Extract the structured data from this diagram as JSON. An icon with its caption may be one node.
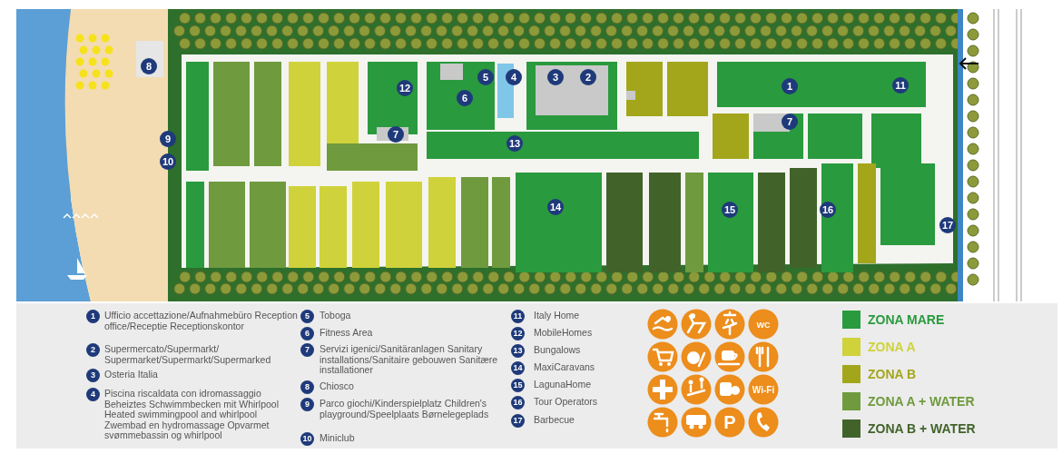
{
  "diagram": {
    "labels": [
      "8",
      "5",
      "4",
      "3",
      "2",
      "11",
      "1",
      "12",
      "6",
      "7",
      "7",
      "9",
      "13",
      "10",
      "14",
      "15",
      "16",
      "17",
      "1",
      "Ufficio accettazione/Aufnahmebüro Reception office/Receptie Receptionskontor",
      "2",
      "Supermercato/Supermarkt/ Supermarket/Supermarkt/Supermarked",
      "3",
      "Osteria Italia",
      "4",
      "Piscina riscaldata con idromassaggio Beheiztes Schwimmbecken mit Whirlpool Heated swimmingpool and whirlpool Zwembad en hydromassage Opvarmet svømmebassin og whirlpool",
      "5",
      "Toboga",
      "6",
      "Fitness Area",
      "7",
      "Servizi igenici/Sanitäranlagen Sanitary installations/Sanitaire gebouwen Sanitære installationer",
      "8",
      "Chiosco",
      "9",
      "Parco giochi/Kinderspielplatz Children's playground/Speelplaats Børnelegeplads",
      "10",
      "Miniclub",
      "11",
      "Italy Home",
      "12",
      "MobileHomes",
      "13",
      "Bungalows",
      "14",
      "MaxiCaravans",
      "15",
      "LagunaHome",
      "16",
      "Tour Operators",
      "17",
      "Barbecue",
      "WC",
      "Wi-Fi",
      "P"
    ],
    "legend": [
      {
        "text": "ZONA MARE",
        "color": "#2a9a3e"
      },
      {
        "text": "ZONA A",
        "color": "#cfd23a"
      },
      {
        "text": "ZONA B",
        "color": "#a3a61b"
      },
      {
        "text": "ZONA A + WATER",
        "color": "#6f9a3e"
      },
      {
        "text": "ZONA B + WATER",
        "color": "#41632a"
      }
    ]
  }
}
